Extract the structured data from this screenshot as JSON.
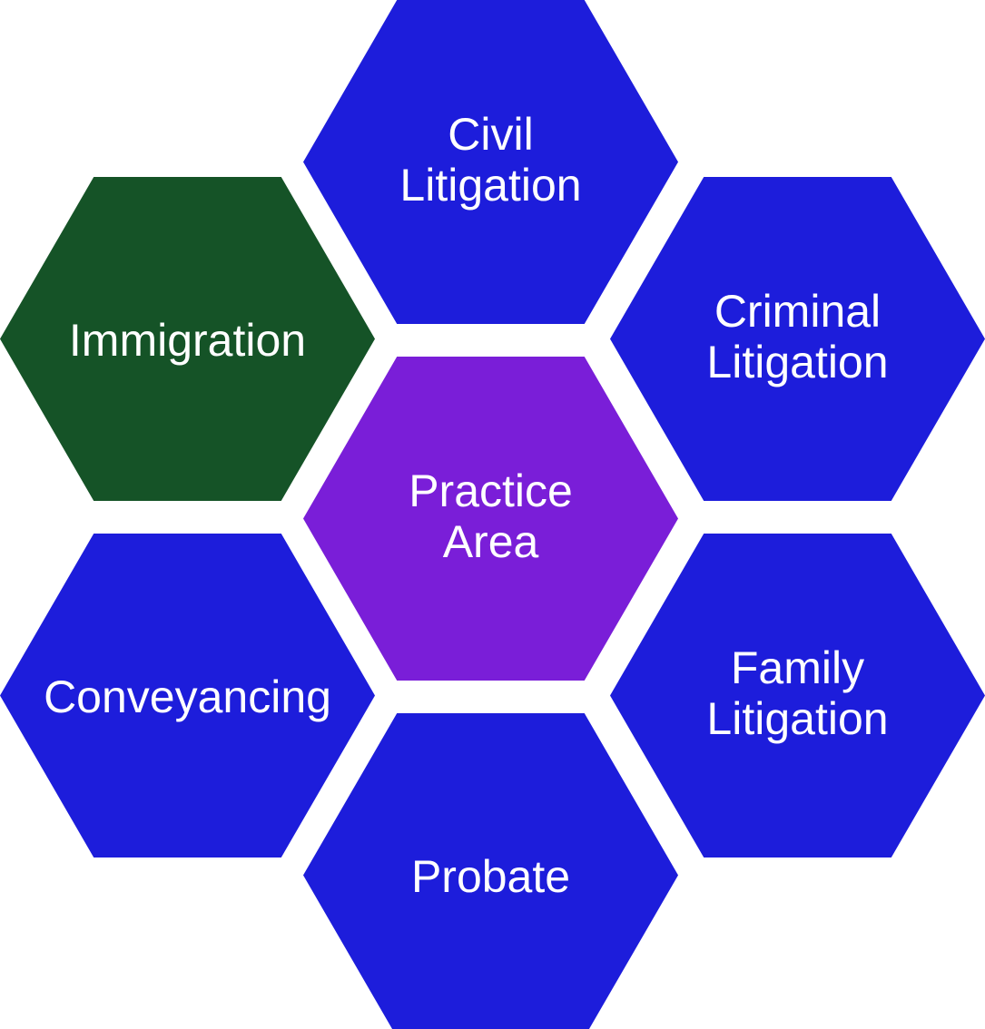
{
  "diagram": {
    "type": "honeycomb-hexagon-diagram",
    "background_color": "#ffffff",
    "label_text_color": "#ffffff",
    "colors": {
      "blue": "#1d1ddb",
      "green": "#155327",
      "purple": "#7a1ed8"
    },
    "center_label": "Practice Area",
    "satellite_labels": [
      "Civil Litigation",
      "Immigration",
      "Criminal Litigation",
      "Conveyancing",
      "Family Litigation",
      "Probate"
    ]
  },
  "hexes": {
    "civil": {
      "line1": "Civil",
      "line2": "Litigation",
      "color": "#1d1ddb"
    },
    "immigration": {
      "line1": "Immigration",
      "line2": "",
      "color": "#155327"
    },
    "criminal": {
      "line1": "Criminal",
      "line2": "Litigation",
      "color": "#1d1ddb"
    },
    "practice": {
      "line1": "Practice",
      "line2": "Area",
      "color": "#7a1ed8"
    },
    "conveyancing": {
      "line1": "Conveyancing",
      "line2": "",
      "color": "#1d1ddb"
    },
    "family": {
      "line1": "Family",
      "line2": "Litigation",
      "color": "#1d1ddb"
    },
    "probate": {
      "line1": "Probate",
      "line2": "",
      "color": "#1d1ddb"
    }
  }
}
